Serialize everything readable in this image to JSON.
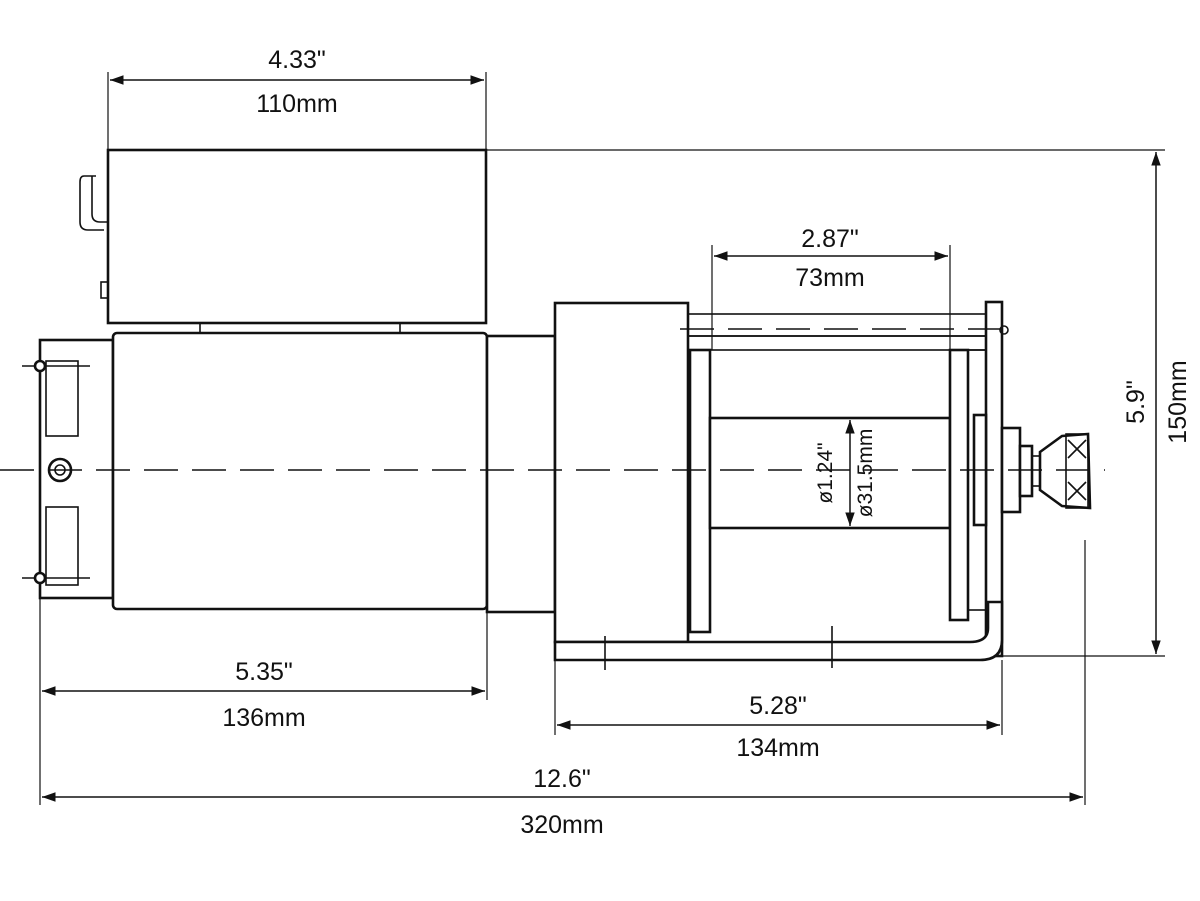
{
  "dimensions": {
    "control_box_width": {
      "inch": "4.33\"",
      "mm": "110mm"
    },
    "drum_width": {
      "inch": "2.87\"",
      "mm": "73mm"
    },
    "drum_diameter": {
      "inch": "ø1.24\"",
      "mm": "ø31.5mm"
    },
    "height": {
      "inch": "5.9\"",
      "mm": "150mm"
    },
    "motor_length": {
      "inch": "5.35\"",
      "mm": "136mm"
    },
    "base_length": {
      "inch": "5.28\"",
      "mm": "134mm"
    },
    "overall_length": {
      "inch": "12.6\"",
      "mm": "320mm"
    }
  }
}
